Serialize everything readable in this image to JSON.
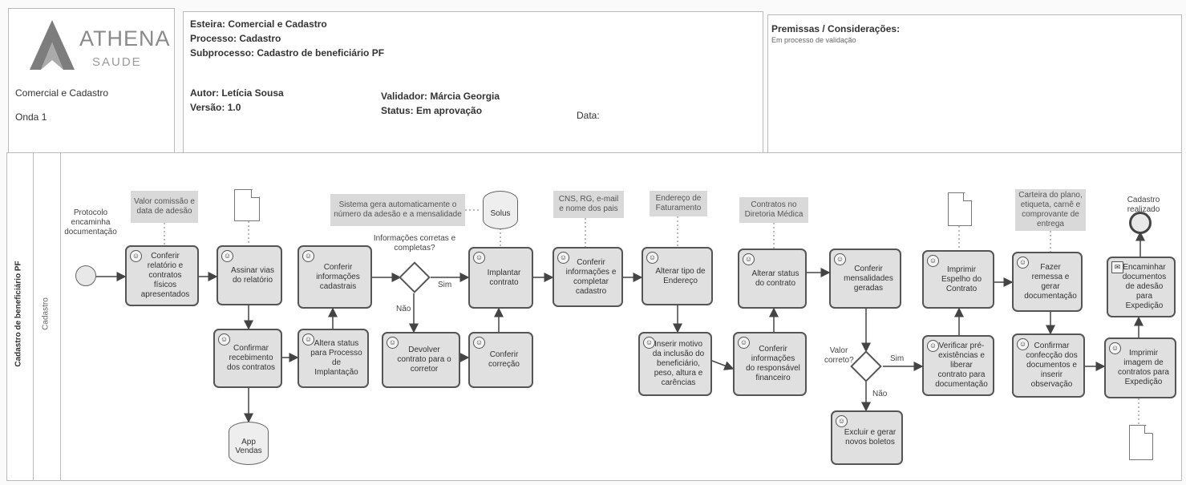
{
  "header": {
    "logo_name": "ATHENA",
    "logo_sub": "SAUDE",
    "area": "Comercial e Cadastro",
    "wave": "Onda 1",
    "esteira": "Esteira: Comercial e Cadastro",
    "processo": "Processo: Cadastro",
    "subprocesso": "Subprocesso: Cadastro de beneficiário PF",
    "autor": "Autor: Letícia Sousa",
    "versao": "Versão: 1.0",
    "validador": "Validador: Márcia Georgia",
    "status": "Status: Em aprovação",
    "data": "Data:",
    "premissas_title": "Premissas / Considerações:",
    "premissas_text": "Em processo de validação"
  },
  "pool": {
    "name": "Cadastro de beneficiário PF",
    "lane": "Cadastro"
  },
  "events": {
    "start_label": "Protocolo encaminha documentação",
    "end_label": "Cadastro realizado"
  },
  "tasks": {
    "t1": "Conferir relatório e contratos físicos apresentados",
    "t2": "Assinar vias do relatório",
    "t3": "Confirmar recebimento dos contratos",
    "t4": "Conferir informações cadastrais",
    "t5": "Altera status para Processo de Implantação",
    "t6": "Devolver contrato para o corretor",
    "t7": "Implantar contrato",
    "t8": "Conferir correção",
    "t9": "Conferir informações e completar cadastro",
    "t10": "Alterar tipo de Endereço",
    "t11": "Inserir motivo da inclusão do beneficiário, peso, altura e carências",
    "t12": "Alterar status do contrato",
    "t13": "Conferir informações do responsável financeiro",
    "t14": "Conferir mensalidades geradas",
    "t15": "Excluir e gerar novos boletos",
    "t16": "Imprimir Espelho do Contrato",
    "t17": "Verificar pré-existências e liberar contrato para documentação",
    "t18": "Fazer remessa e gerar documentação",
    "t19": "Confirmar confecção dos documentos e inserir observação",
    "t20": "Imprimir imagem de contratos para Expedição",
    "t21": "Encaminhar documentos de adesão para Expedição"
  },
  "gateways": {
    "g1": "Informações corretas e completas?",
    "g2": "Valor correto?",
    "yes": "Sim",
    "no": "Não"
  },
  "notes": {
    "n1": "Valor comissão e data de adesão",
    "n2": "Sistema gera automaticamente o número da adesão e a mensalidade",
    "n3": "CNS, RG, e-mail e nome dos pais",
    "n4": "Endereço de Faturamento",
    "n5": "Contratos no Diretoria Médica",
    "n6": "Carteira do plano, etiqueta, carnê e comprovante de entrega"
  },
  "data_stores": {
    "solus": "Solus",
    "app": "App Vendas"
  }
}
